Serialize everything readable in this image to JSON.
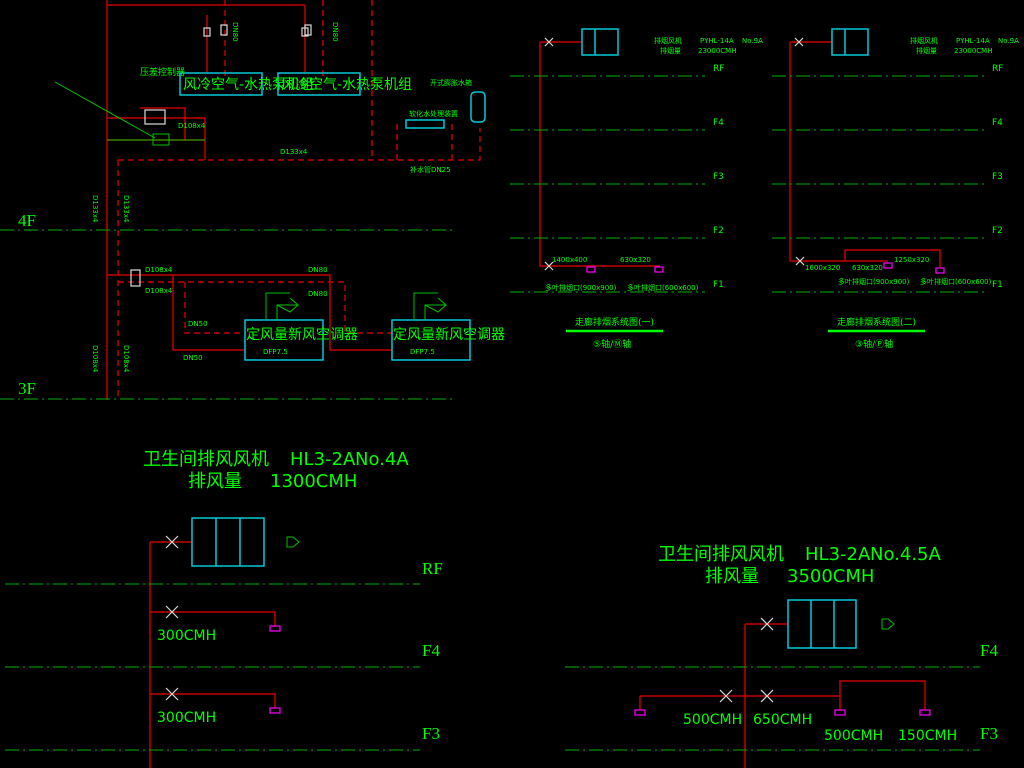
{
  "hvac_plan": {
    "pressure_controller": "压差控制器",
    "heat_pump_1": "风冷空气-水热泵机组",
    "heat_pump_2": "风冷空气-水热泵机组",
    "pipe_d108": "D108x4",
    "pipe_d133": "D133x4",
    "pipe_d133_v1": "D133x4",
    "pipe_d133_v2": "D133x4",
    "expansion_tank": "开式膨胀水箱",
    "softener": "软化水处理装置",
    "makeup_pipe": "补水管DN25",
    "floor_4f": "4F",
    "floor_3f": "3F",
    "pipe_4f_1": "D108x4",
    "pipe_4f_2": "D108x4",
    "pipe_dn80_1": "DN80",
    "pipe_dn80_2": "DN80",
    "pipe_dn50_1": "DN50",
    "pipe_dn50_2": "DN50",
    "riser_1": "D108x4",
    "riser_2": "D108x4",
    "ahu_1": "定风量新风空调器",
    "ahu_2": "定风量新风空调器",
    "ahu_model_1": "DFP7.5",
    "ahu_model_2": "DFP7.5",
    "dn_label": "DN80"
  },
  "smoke_1": {
    "fan_label": "排烟风机",
    "fan_model": "PYHL-14A",
    "fan_no": "No.9A",
    "volume_label": "排烟量",
    "volume": "23000CMH",
    "floors": [
      "RF",
      "F4",
      "F3",
      "F2",
      "F1"
    ],
    "duct_main": "1400x400",
    "duct_branch": "630x320",
    "outlet_1": "多叶排烟口(900x900)",
    "outlet_2": "多叶排烟口(600x600)",
    "title": "走廊排烟系统图(一)",
    "axis": "⑤轴/Ⓜ轴"
  },
  "smoke_2": {
    "fan_label": "排烟风机",
    "fan_model": "PYHL-14A",
    "fan_no": "No.9A",
    "volume_label": "排烟量",
    "volume": "23000CMH",
    "floors": [
      "RF",
      "F4",
      "F3",
      "F2",
      "F1"
    ],
    "duct_main": "1600x320",
    "duct_branch": "630x320",
    "duct_upper": "1250x320",
    "outlet_1": "多叶排烟口(900x900)",
    "outlet_2": "多叶排烟口(600x600)",
    "title": "走廊排烟系统图(二)",
    "axis": "③轴/Ⓟ轴"
  },
  "exhaust_1": {
    "fan_label": "卫生间排风风机",
    "fan_model": "HL3-2A",
    "fan_no": "No.4A",
    "volume_label": "排风量",
    "volume": "1300CMH",
    "floors": [
      "RF",
      "F4",
      "F3"
    ],
    "branch_f4": "300CMH",
    "branch_f3": "300CMH"
  },
  "exhaust_2": {
    "fan_label": "卫生间排风风机",
    "fan_model": "HL3-2A",
    "fan_no": "No.4.5A",
    "volume_label": "排风量",
    "volume": "3500CMH",
    "floors": [
      "F4",
      "F3"
    ],
    "flow_1": "500CMH",
    "flow_2": "650CMH",
    "flow_3": "500CMH",
    "flow_4": "150CMH"
  },
  "colors": {
    "background": "#000000",
    "text": "#00ff00",
    "pipe": "#c00000",
    "equipment": "#00c8d8",
    "outlet": "#ff00ff"
  }
}
